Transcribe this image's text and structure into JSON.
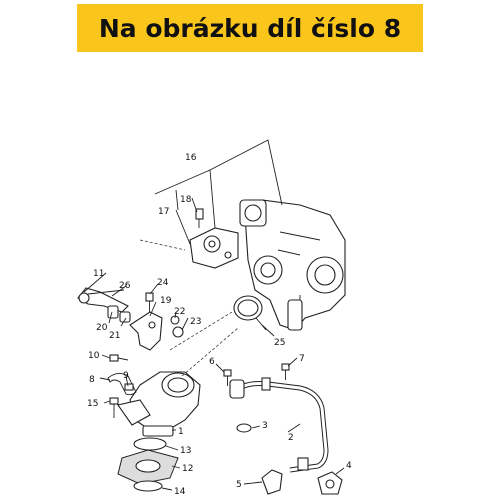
{
  "banner": {
    "text": "Na obrázku díl číslo 8",
    "color": "#fbc61c"
  },
  "callouts": [
    {
      "id": "c16",
      "label": "16"
    },
    {
      "id": "c18",
      "label": "18"
    },
    {
      "id": "c17",
      "label": "17"
    },
    {
      "id": "c11",
      "label": "11"
    },
    {
      "id": "c26",
      "label": "26"
    },
    {
      "id": "c24",
      "label": "24"
    },
    {
      "id": "c19",
      "label": "19"
    },
    {
      "id": "c20",
      "label": "20"
    },
    {
      "id": "c21",
      "label": "21"
    },
    {
      "id": "c22",
      "label": "22"
    },
    {
      "id": "c23",
      "label": "23"
    },
    {
      "id": "c25",
      "label": "25"
    },
    {
      "id": "c10",
      "label": "10"
    },
    {
      "id": "c6",
      "label": "6"
    },
    {
      "id": "c7",
      "label": "7"
    },
    {
      "id": "c8",
      "label": "8"
    },
    {
      "id": "c9",
      "label": "9"
    },
    {
      "id": "c15",
      "label": "15"
    },
    {
      "id": "c3",
      "label": "3"
    },
    {
      "id": "c2",
      "label": "2"
    },
    {
      "id": "c1",
      "label": "1"
    },
    {
      "id": "c13",
      "label": "13"
    },
    {
      "id": "c12",
      "label": "12"
    },
    {
      "id": "c14",
      "label": "14"
    },
    {
      "id": "c5",
      "label": "5"
    },
    {
      "id": "c4",
      "label": "4"
    }
  ]
}
